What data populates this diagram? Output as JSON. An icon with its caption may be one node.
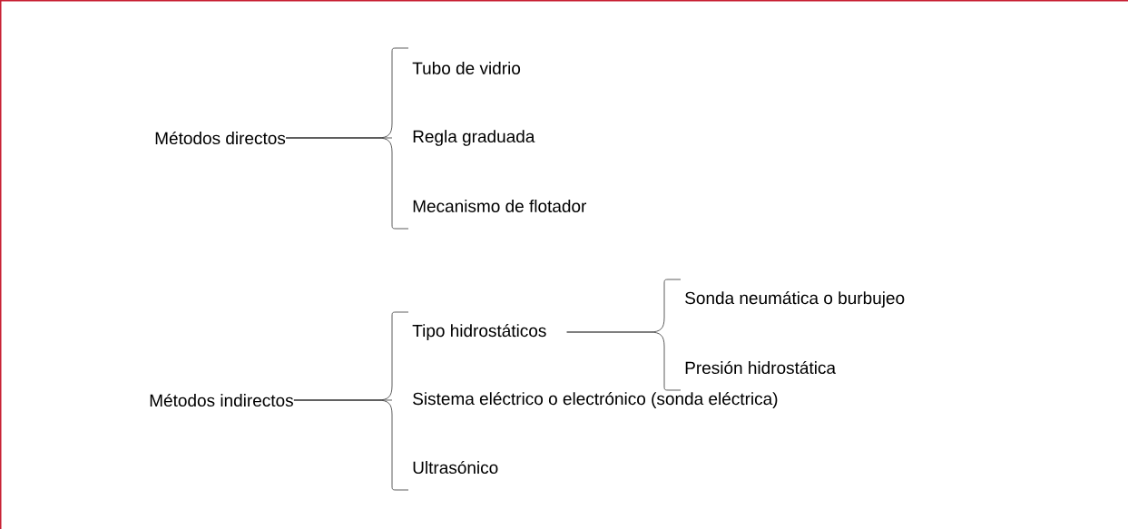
{
  "diagram": {
    "nodes": [
      {
        "text": [
          "Métodos directos"
        ]
      },
      {
        "text": [
          "Tubo de vidrio"
        ]
      },
      {
        "text": [
          "Regla graduada"
        ]
      },
      {
        "text": [
          "Mecanismo de flotador"
        ]
      },
      {
        "text": [
          "Métodos indirectos"
        ]
      },
      {
        "text": [
          "Tipo hidrostáticos"
        ]
      },
      {
        "text": [
          "Sonda neumática o burbujeo"
        ]
      },
      {
        "text": [
          "Presión hidrostática"
        ]
      },
      {
        "text": [
          "Sistema eléctrico o electrónico (sonda eléctrica)"
        ]
      },
      {
        "text": [
          "Ultrasónico"
        ]
      }
    ],
    "edges": [
      {
        "from": 0,
        "to": 1,
        "arrow": "none"
      },
      {
        "from": 0,
        "to": 2,
        "arrow": "none"
      },
      {
        "from": 0,
        "to": 3,
        "arrow": "none"
      },
      {
        "from": 4,
        "to": 5,
        "arrow": "none"
      },
      {
        "from": 4,
        "to": 8,
        "arrow": "none"
      },
      {
        "from": 4,
        "to": 9,
        "arrow": "none"
      },
      {
        "from": 5,
        "to": 6,
        "arrow": "none"
      },
      {
        "from": 5,
        "to": 7,
        "arrow": "none"
      }
    ]
  }
}
